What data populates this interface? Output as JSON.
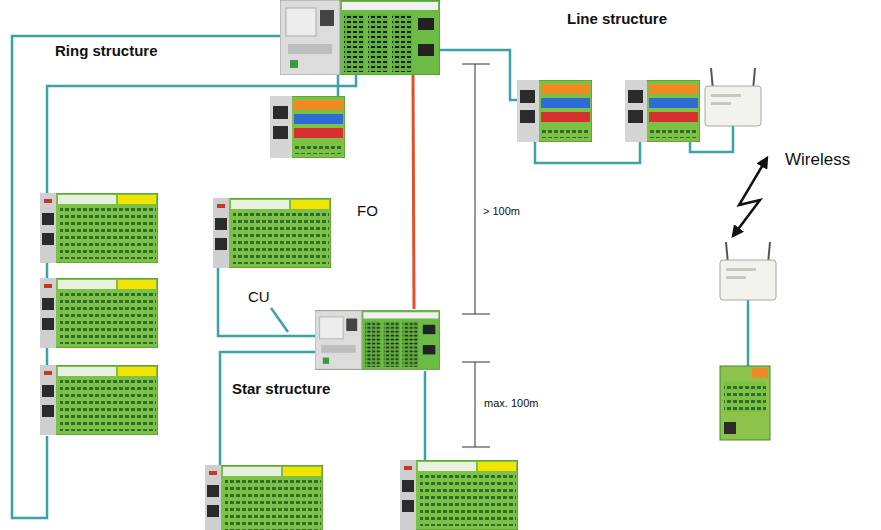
{
  "diagram": {
    "labels": [
      "Ring structure",
      "Line structure",
      "Wireless",
      "FO",
      "> 100m",
      "CU",
      "Star structure",
      "max. 100m"
    ]
  }
}
